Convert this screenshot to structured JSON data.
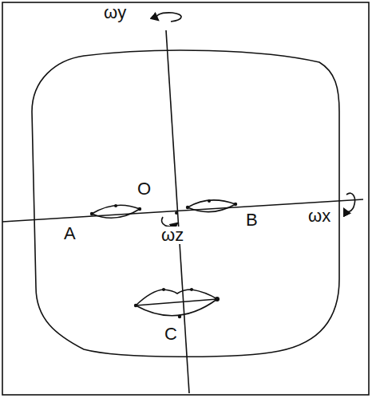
{
  "diagram": {
    "labels": [
      "ωy",
      "O",
      "ωx",
      "A",
      "B",
      "ωz",
      "C"
    ]
  }
}
